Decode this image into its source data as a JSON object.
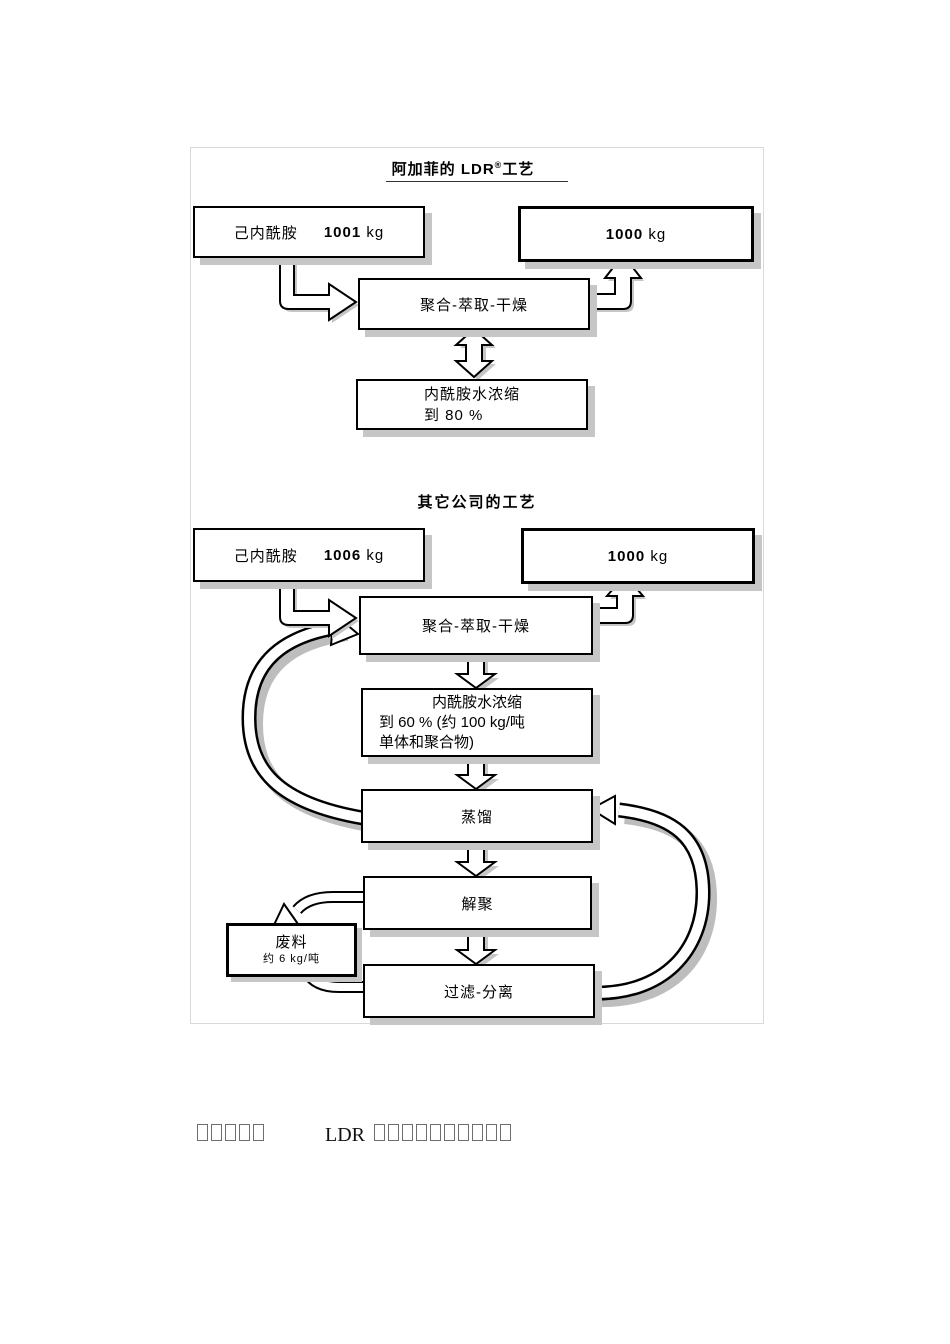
{
  "colors": {
    "box_border": "#000000",
    "shadow": "#c6c6c6",
    "frame_border": "#d9d9d9",
    "background": "#ffffff"
  },
  "section1": {
    "title_prefix": "阿加菲的 ",
    "title_latin": "LDR",
    "title_reg": "®",
    "title_suffix": "工艺",
    "input_label": "己内酰胺",
    "input_value": "1001",
    "input_unit": "kg",
    "output_value": "1000",
    "output_unit": "kg",
    "process": "聚合-萃取-干燥",
    "conc_line1": "内酰胺水浓缩",
    "conc_line2": "到 80 %"
  },
  "section2": {
    "title": "其它公司的工艺",
    "input_label": "己内酰胺",
    "input_value": "1006",
    "input_unit": "kg",
    "output_value": "1000",
    "output_unit": "kg",
    "process": "聚合-萃取-干燥",
    "conc_line1": "内酰胺水浓缩",
    "conc_line2": "到 60 % (约 100 kg/吨",
    "conc_line3": "单体和聚合物)",
    "distill": "蒸馏",
    "depoly": "解聚",
    "waste_line1": "废料",
    "waste_line2": "约 6 kg/吨",
    "filter": "过滤-分离"
  },
  "caption": {
    "boxes_before": 5,
    "label": "LDR",
    "boxes_after": 10
  }
}
